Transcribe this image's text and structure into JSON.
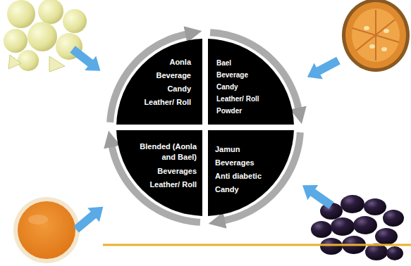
{
  "diagram": {
    "nodes": [
      {
        "text": [
          "Aonla",
          "Beverage",
          "Candy",
          "Leather/ Roll"
        ]
      },
      {
        "text": [
          "Bael",
          "Beverage",
          "Candy",
          "Leather/ Roll",
          "Powder"
        ]
      },
      {
        "text": [
          "Blended (Aonla and Bael)",
          "Beverages",
          "Leather/ Roll"
        ]
      },
      {
        "text": [
          "Jamun",
          "Beverages",
          "Anti diabetic",
          "Candy"
        ]
      }
    ],
    "edges": [
      {
        "from": 0,
        "to": 1,
        "arrow": "to"
      },
      {
        "from": 1,
        "to": 3,
        "arrow": "to"
      },
      {
        "from": 3,
        "to": 2,
        "arrow": "to"
      },
      {
        "from": 2,
        "to": 0,
        "arrow": "to"
      }
    ]
  }
}
